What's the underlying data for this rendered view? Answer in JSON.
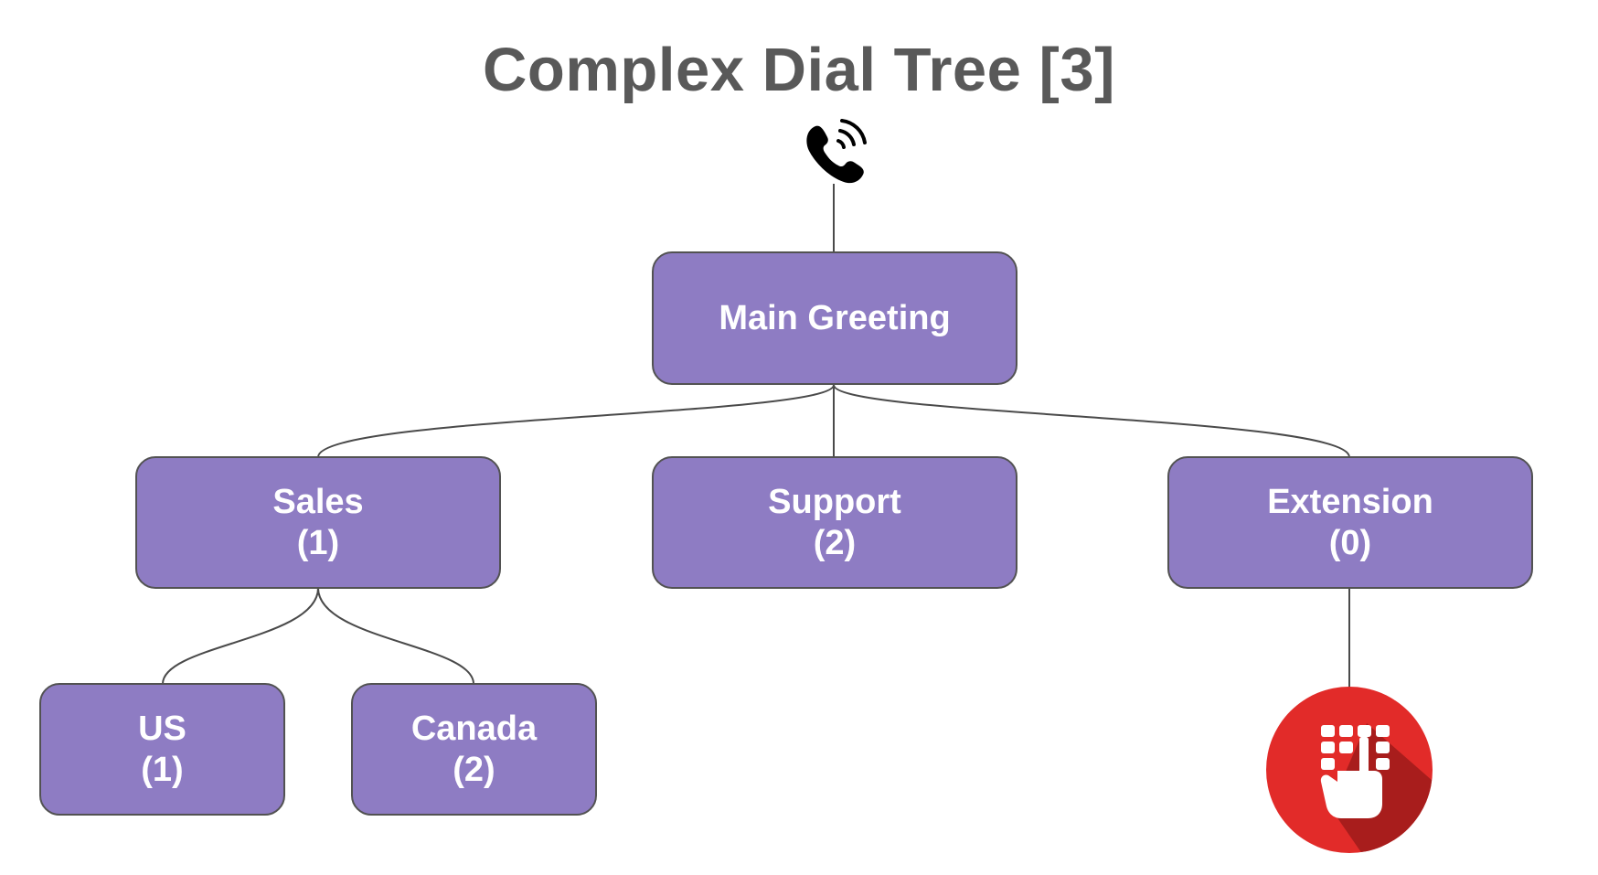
{
  "diagram": {
    "title": "Complex Dial Tree [3]",
    "colors": {
      "node_fill": "#8e7cc3",
      "node_border": "#525252",
      "node_text": "#ffffff",
      "title_text": "#595959",
      "connector": "#4a4a4a",
      "dialpad_circle": "#e22b29",
      "dialpad_shadow": "#9e1b1a"
    },
    "icons": {
      "top": "phone-ringing-icon",
      "bottom": "dialpad-touch-icon"
    },
    "nodes": {
      "main_greeting": {
        "label": "Main Greeting"
      },
      "sales": {
        "label": "Sales",
        "option": "(1)"
      },
      "support": {
        "label": "Support",
        "option": "(2)"
      },
      "extension": {
        "label": "Extension",
        "option": "(0)"
      },
      "us": {
        "label": "US",
        "option": "(1)"
      },
      "canada": {
        "label": "Canada",
        "option": "(2)"
      }
    }
  }
}
